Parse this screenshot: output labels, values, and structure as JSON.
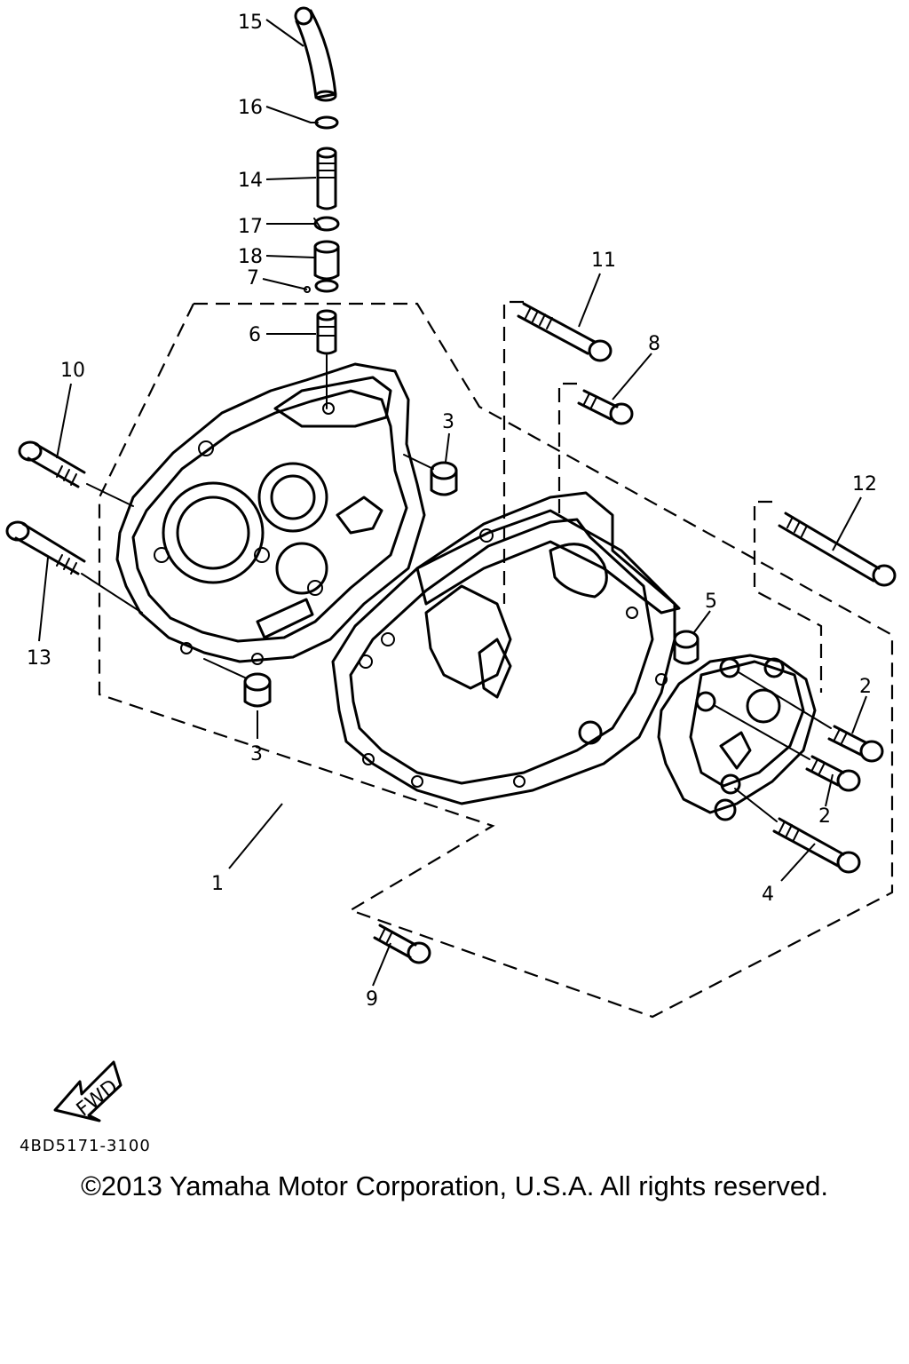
{
  "callouts": {
    "c1": "1",
    "c2a": "2",
    "c2b": "2",
    "c3a": "3",
    "c3b": "3",
    "c4": "4",
    "c5": "5",
    "c6": "6",
    "c7": "7",
    "c8": "8",
    "c9": "9",
    "c10": "10",
    "c11": "11",
    "c12": "12",
    "c13": "13",
    "c14": "14",
    "c15": "15",
    "c16": "16",
    "c17": "17",
    "c18": "18"
  },
  "fwd_label": "FWD",
  "diagram_code": "4BD5171-3100",
  "copyright": "©2013 Yamaha Motor Corporation, U.S.A. All rights reserved.",
  "icons": {
    "forward_arrow": "fwd-arrow-icon"
  }
}
